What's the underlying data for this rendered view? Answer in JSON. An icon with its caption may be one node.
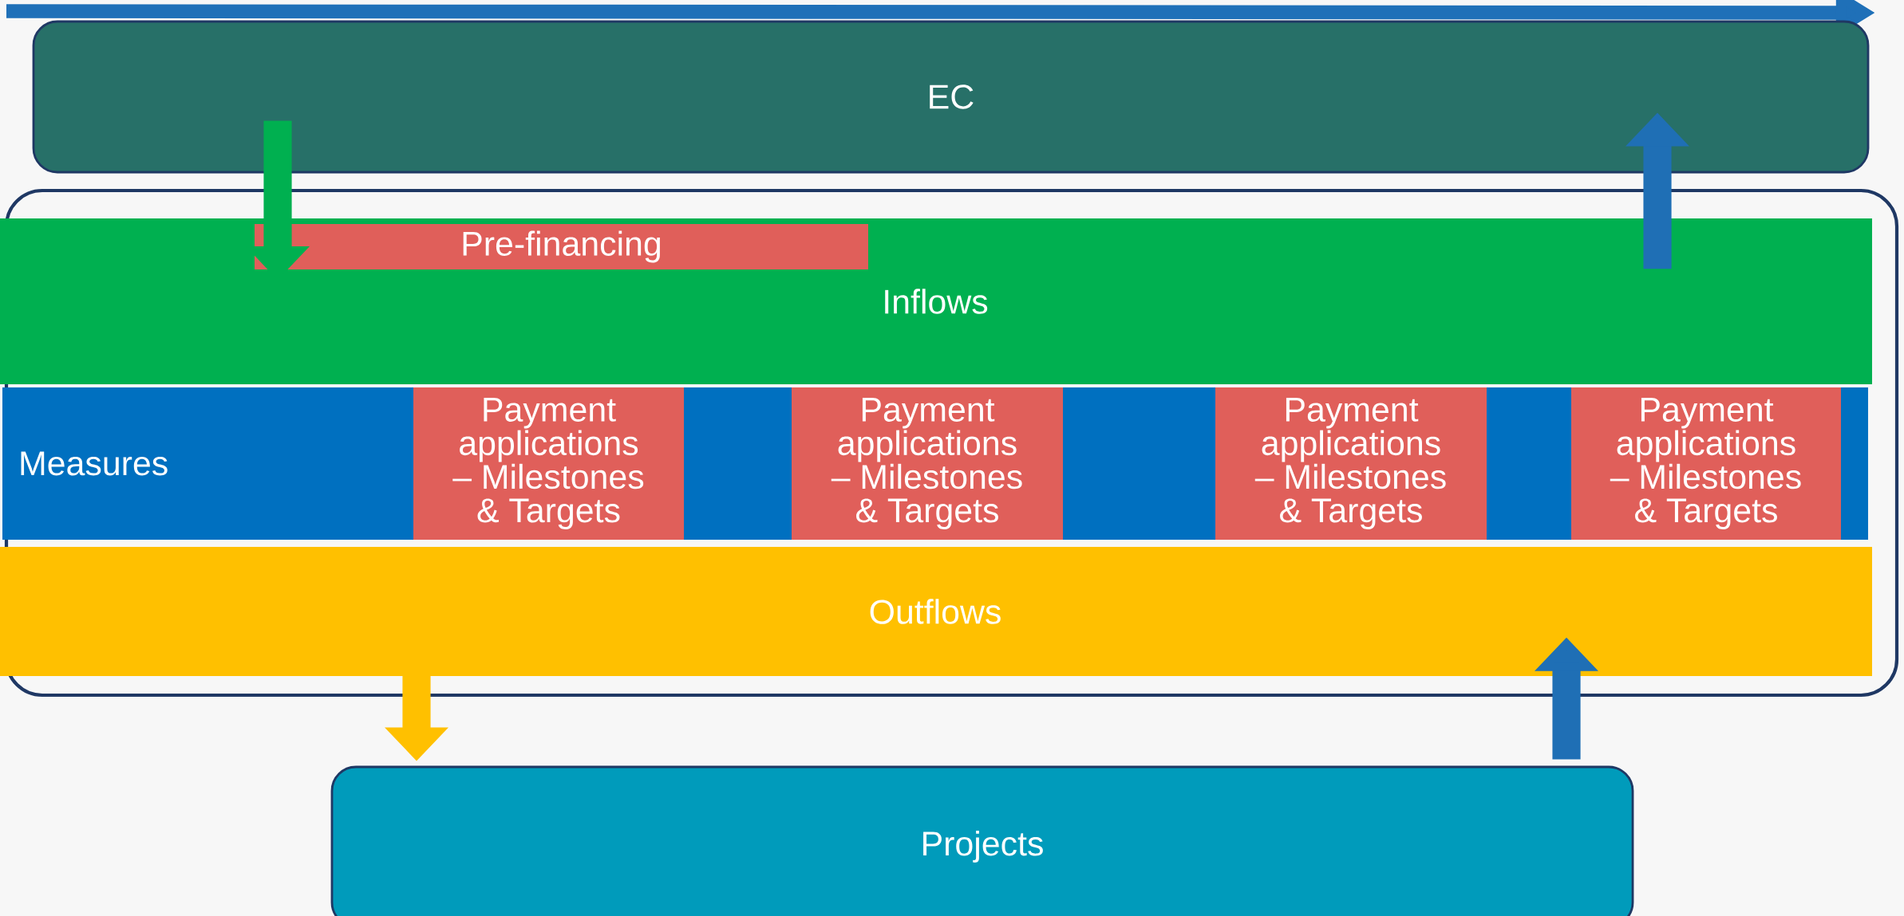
{
  "diagram": {
    "nodes": [
      {
        "text": [
          "EC"
        ]
      },
      {
        "text": [],
        "shape": "box"
      },
      {
        "text": [
          "Inflows"
        ],
        "in": 1
      },
      {
        "text": [
          "Pre-financing"
        ],
        "in": 2
      },
      {
        "text": [
          "Measures"
        ],
        "in": 1
      },
      {
        "text": [
          "Payment applications – Milestones & Targets"
        ],
        "in": 4
      },
      {
        "text": [
          "Payment applications – Milestones & Targets"
        ],
        "in": 4
      },
      {
        "text": [
          "Payment applications – Milestones & Targets"
        ],
        "in": 4
      },
      {
        "text": [
          "Payment applications – Milestones & Targets"
        ],
        "in": 4
      },
      {
        "text": [
          "Outflows"
        ],
        "in": 1
      },
      {
        "text": [
          "Projects"
        ]
      }
    ],
    "edges": [
      {
        "from": 0,
        "to": 3,
        "arrow": "to",
        "color": "#00b050"
      },
      {
        "from": 2,
        "to": 0,
        "arrow": "to",
        "color": "#1f6fb5"
      },
      {
        "from": 9,
        "to": 10,
        "arrow": "to",
        "color": "#ffc000"
      },
      {
        "from": 10,
        "to": 9,
        "arrow": "to",
        "color": "#1f6fb5"
      }
    ]
  }
}
